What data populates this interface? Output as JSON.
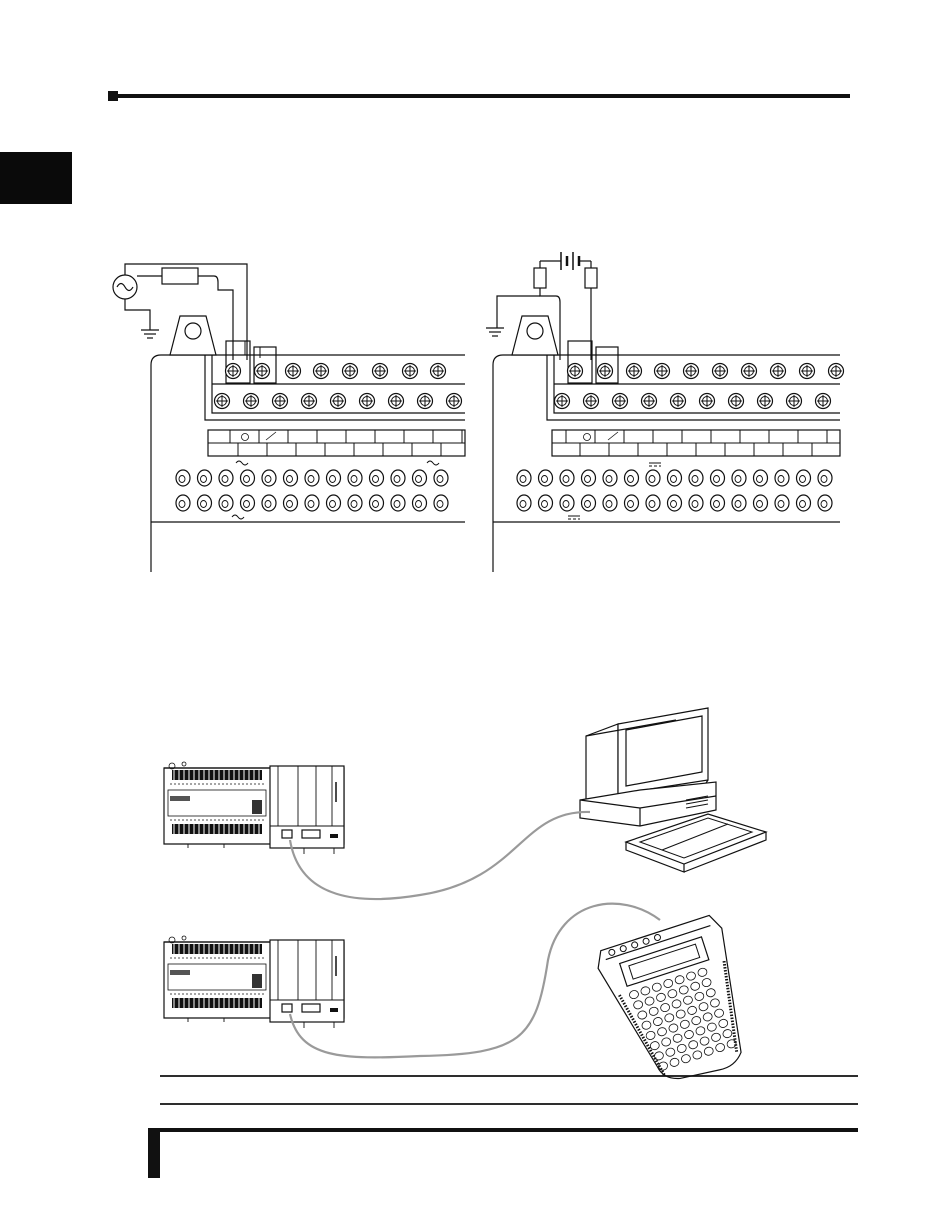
{
  "page": {
    "background": "#ffffff",
    "ink": "#111111",
    "cable": "#9a9a9a",
    "tab_color": "#0a0a0a"
  },
  "figures": {
    "ac_wiring": {
      "terminal_block_rows": 2,
      "screws_per_row": 9,
      "led_rows": 2
    },
    "dc_wiring": {
      "terminal_block_rows": 2,
      "screws_per_row": 10,
      "led_rows": 2
    },
    "programming_devices": [
      "plc-with-computer",
      "plc-with-handheld-programmer"
    ]
  },
  "icons": {
    "ac_source": "ac-source-icon",
    "dc_battery": "battery-icon",
    "ground": "ground-icon",
    "fuse": "fuse-icon",
    "computer": "computer-icon",
    "handheld": "handheld-programmer-icon"
  }
}
